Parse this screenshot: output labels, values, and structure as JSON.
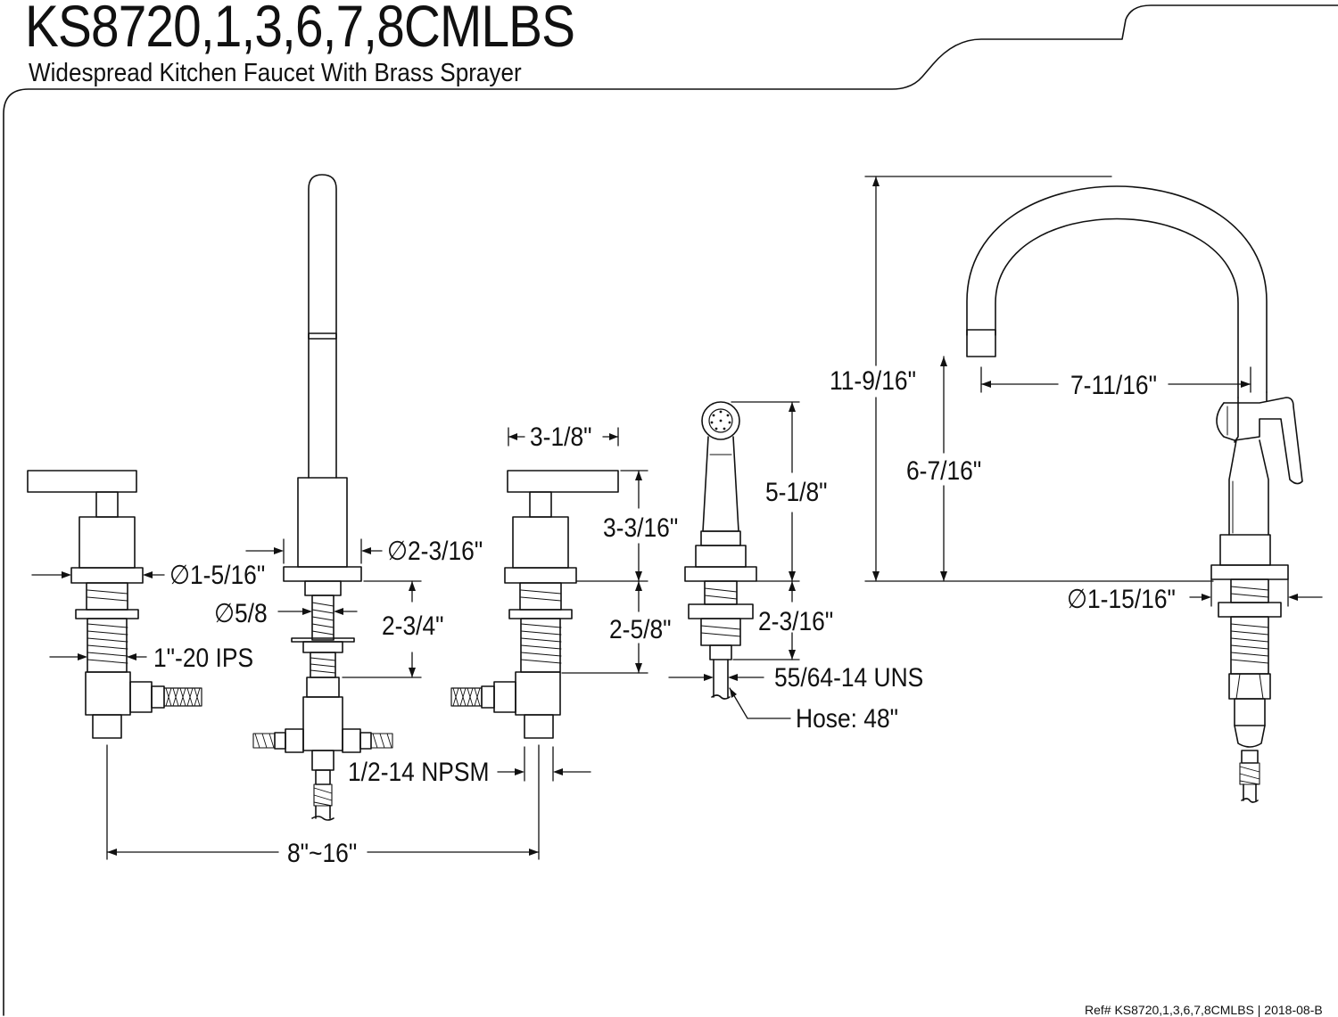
{
  "header": {
    "model": "KS8720,1,3,6,7,8CMLBS",
    "description": "Widespread Kitchen Faucet With Brass Sprayer"
  },
  "dimensions": {
    "handle_width": "3-1/8\"",
    "flange_dia_handle": "∅1-5/16\"",
    "spout_base_dia": "∅2-3/16\"",
    "nut_dia": "∅5/8",
    "shank_thread": "1\"-20 IPS",
    "spout_shank_length": "2-3/4\"",
    "handle_height": "3-3/16\"",
    "valve_shank_length": "2-5/8\"",
    "inlet_thread": "1/2-14 NPSM",
    "spread": "8\"~16\"",
    "sprayer_height": "5-1/8\"",
    "sprayer_shank_length": "2-3/16\"",
    "sprayer_thread": "55/64-14 UNS",
    "hose_length": "Hose: 48\"",
    "overall_height": "11-9/16\"",
    "spout_clearance": "6-7/16\"",
    "spout_reach": "7-11/16\"",
    "spout_base_dia_side": "∅1-15/16\""
  },
  "footer": {
    "reference": "Ref# KS8720,1,3,6,7,8CMLBS | 2018-08-B"
  }
}
